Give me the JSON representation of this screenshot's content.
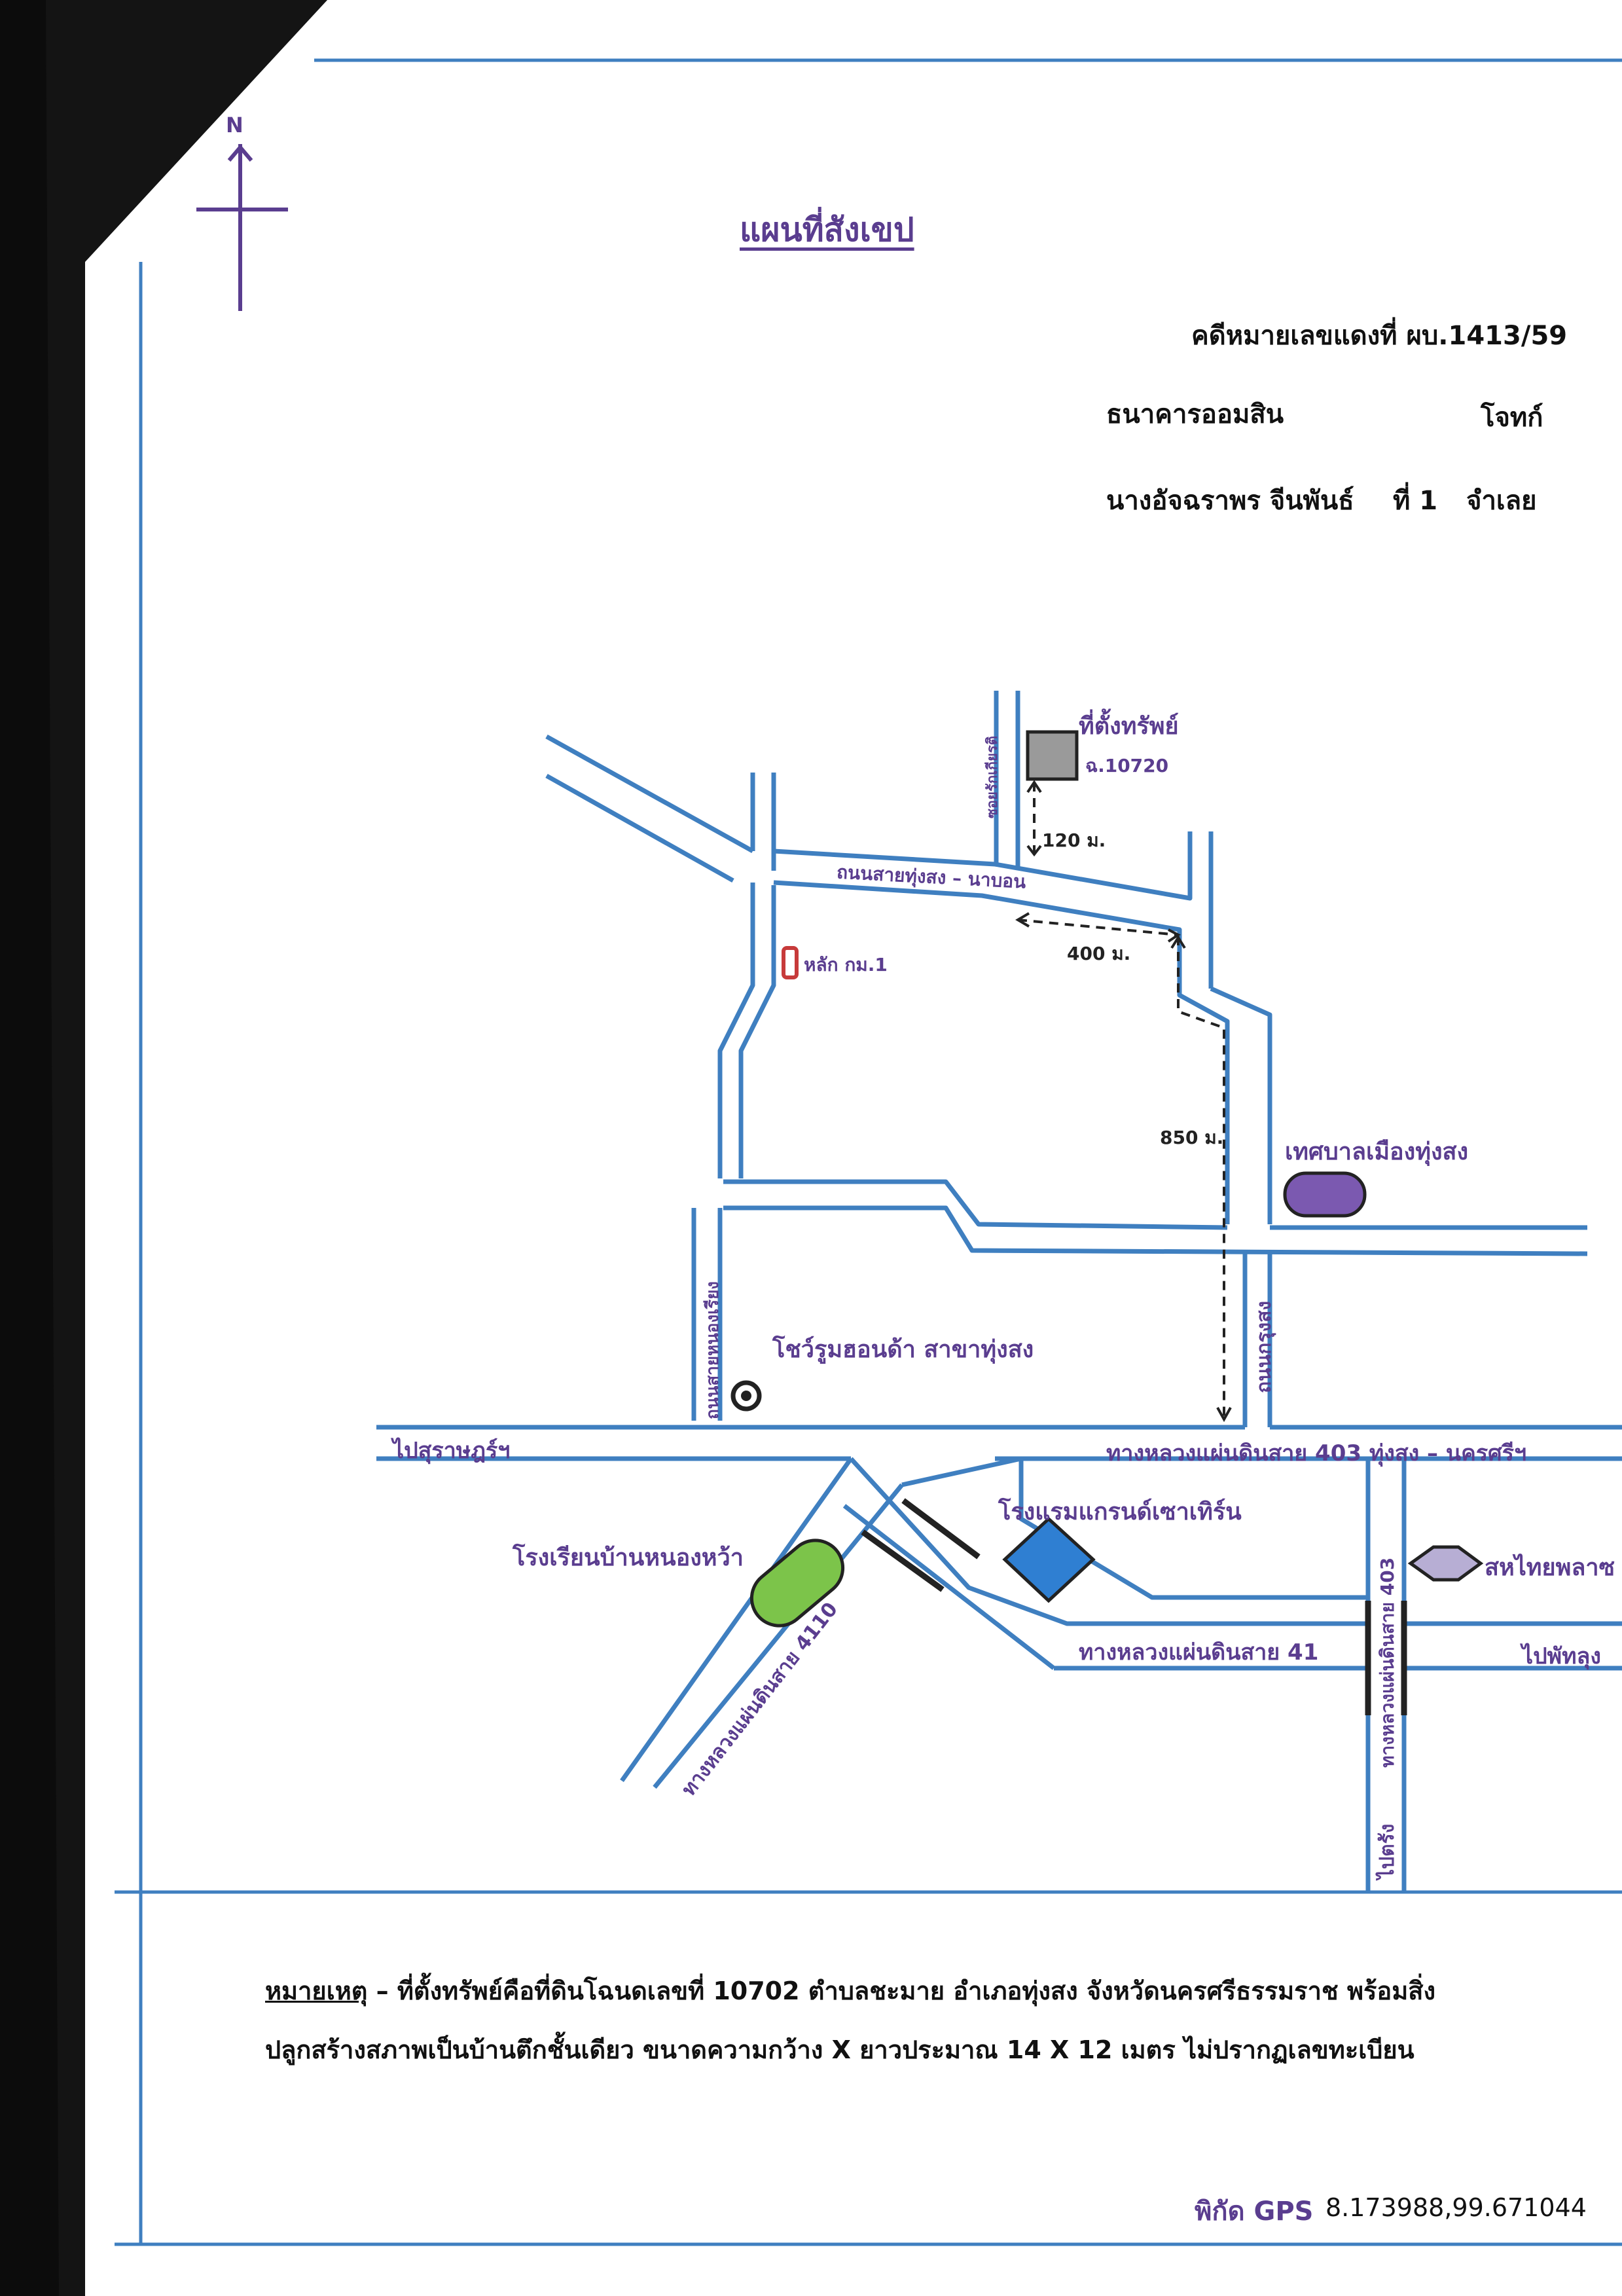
{
  "title": "แผนที่สังเขป",
  "north": {
    "label": "N"
  },
  "case": {
    "number": "คดีหมายเลขแดงที่ ผบ.1413/59",
    "plaintiff_name": "ธนาคารออมสิน",
    "plaintiff_role": "โจทก์",
    "defendant_name": "นางอัจฉราพร  จีนพันธ์",
    "defendant_no": "ที่ 1",
    "defendant_role": "จำเลย"
  },
  "map": {
    "property": {
      "label": "ที่ตั้งทรัพย์",
      "deed": "ฉ.10720"
    },
    "soi": "ซอยรักเกียรติ",
    "road_main": "ถนนสายทุ่งสง – นาบอน",
    "km_marker": "หลัก กม.1",
    "road_nongrian": "ถนนสายหนองเรียง",
    "road_krungsong": "ถนนกรุงสง",
    "municipality": "เทศบาลเมืองทุ่งสง",
    "showroom": "โชว์รูมฮอนด้า สาขาทุ่งสง",
    "to_surat": "ไปสุราษฎร์ฯ",
    "highway_403_east": "ทางหลวงแผ่นดินสาย 403 ทุ่งสง – นครศรีฯ",
    "hotel": "โรงแรมแกรนด์เซาเทิร์น",
    "school": "โรงเรียนบ้านหนองหว้า",
    "highway_4110": "ทางหลวงแผ่นดินสาย 4110",
    "highway_41": "ทางหลวงแผ่นดินสาย 41",
    "highway_403_vertical": "ทางหลวงแผ่นดินสาย 403",
    "to_phatthalung": "ไปพัทลุง",
    "to_trang": "ไปตรัง",
    "partial_right": "สหไทยพลาซ",
    "distances": {
      "d120": "120 ม.",
      "d400": "400 ม.",
      "d850": "850 ม."
    }
  },
  "note": {
    "heading": "หมายเหตุ",
    "line1_prefix": " – ที่ตั้งทรัพย์คือที่ดินโฉนดเลขที่  10702  ตำบลชะมาย  อำเภอทุ่งสง  จังหวัดนครศรีธรรมราช  พร้อมสิ่ง",
    "line2": "ปลูกสร้างสภาพเป็นบ้านตึกชั้นเดียว ขนาดความกว้าง X ยาวประมาณ  14  X  12  เมตร ไม่ปรากฏเลขทะเบียน"
  },
  "gps": {
    "label": "พิกัด GPS",
    "value": "8.173988,99.671044"
  },
  "colors": {
    "road": "#3f7fc0",
    "frame": "#3f7fc0",
    "text_purple": "#5a3d8f",
    "property_box": "#9a9a9a",
    "municipality_pill": "#7b59b0",
    "school_pill": "#7cc44a",
    "hotel_diamond": "#2f7fd2",
    "km_marker": "#c73a3a"
  }
}
